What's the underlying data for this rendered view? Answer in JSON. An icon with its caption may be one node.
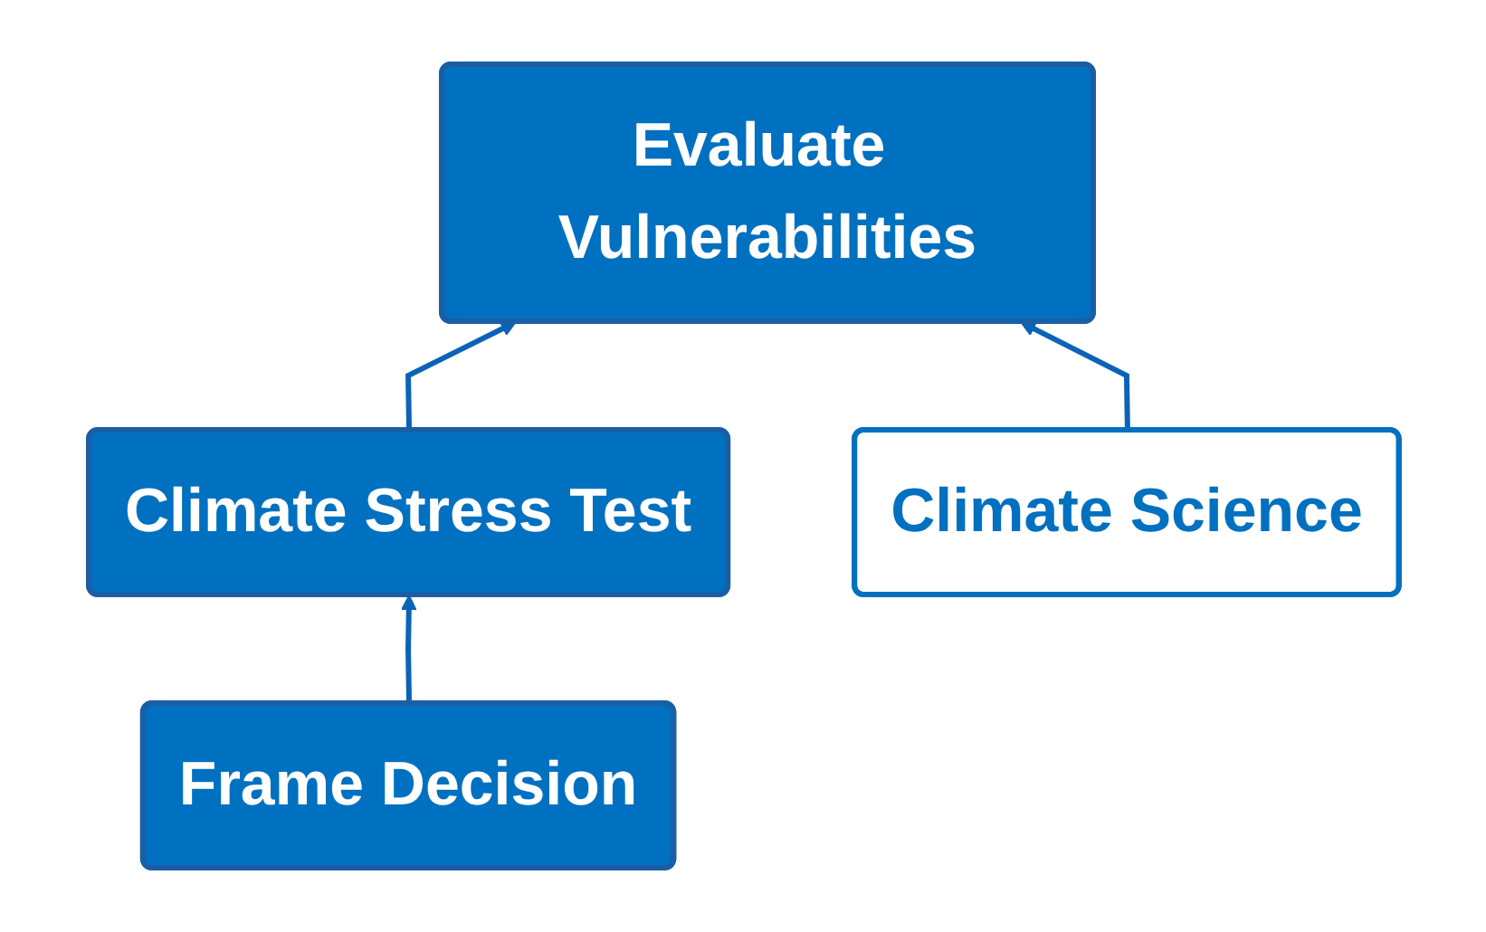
{
  "diagram": {
    "nodes": [
      {
        "text": [
          "Evaluate Vulnerabilities"
        ]
      },
      {
        "text": [
          "Climate Science"
        ]
      },
      {
        "text": [
          "Climate Stress Test"
        ]
      },
      {
        "text": [
          "Frame Decision"
        ]
      }
    ],
    "edges": [
      {
        "from": 3,
        "to": 2,
        "arrow": "to"
      },
      {
        "from": 2,
        "to": 0,
        "arrow": "to"
      },
      {
        "from": 1,
        "to": 0,
        "arrow": "to"
      }
    ]
  }
}
